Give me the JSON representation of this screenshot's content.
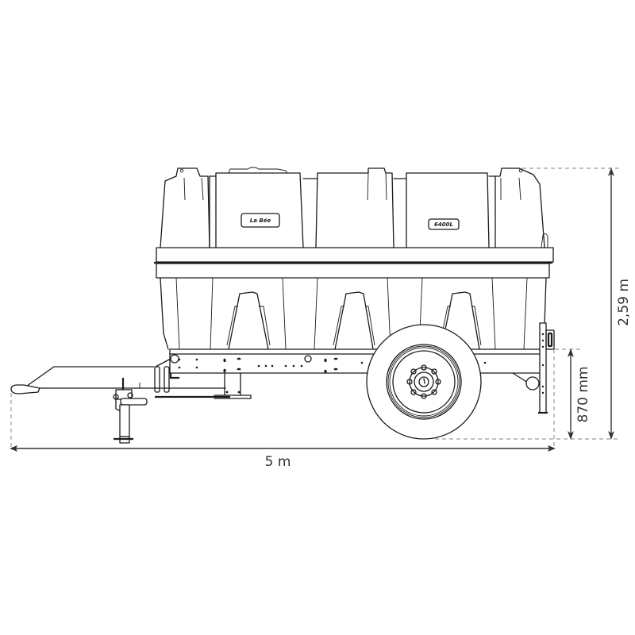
{
  "diagram": {
    "subject": "Single-axle towed water tank trailer, side elevation line drawing",
    "tank": {
      "brand_label": "La Bée",
      "capacity_label": "6400L"
    },
    "dimensions": {
      "total_length": {
        "label": "5 m",
        "orientation": "horizontal"
      },
      "total_height": {
        "label": "2,59 m",
        "orientation": "vertical"
      },
      "chassis_height": {
        "label": "870 mm",
        "orientation": "vertical"
      }
    },
    "components": [
      "water-tank",
      "tank-lid",
      "chassis-frame",
      "drawbar",
      "tow-eye",
      "jack-stand",
      "wheel",
      "wheel-hub",
      "rear-support-leg",
      "spare-hose-bracket"
    ],
    "colors": {
      "line": "#1a1a1a",
      "dimension": "#333333",
      "dashed_guide": "#9a9a9a",
      "background": "#ffffff"
    }
  }
}
